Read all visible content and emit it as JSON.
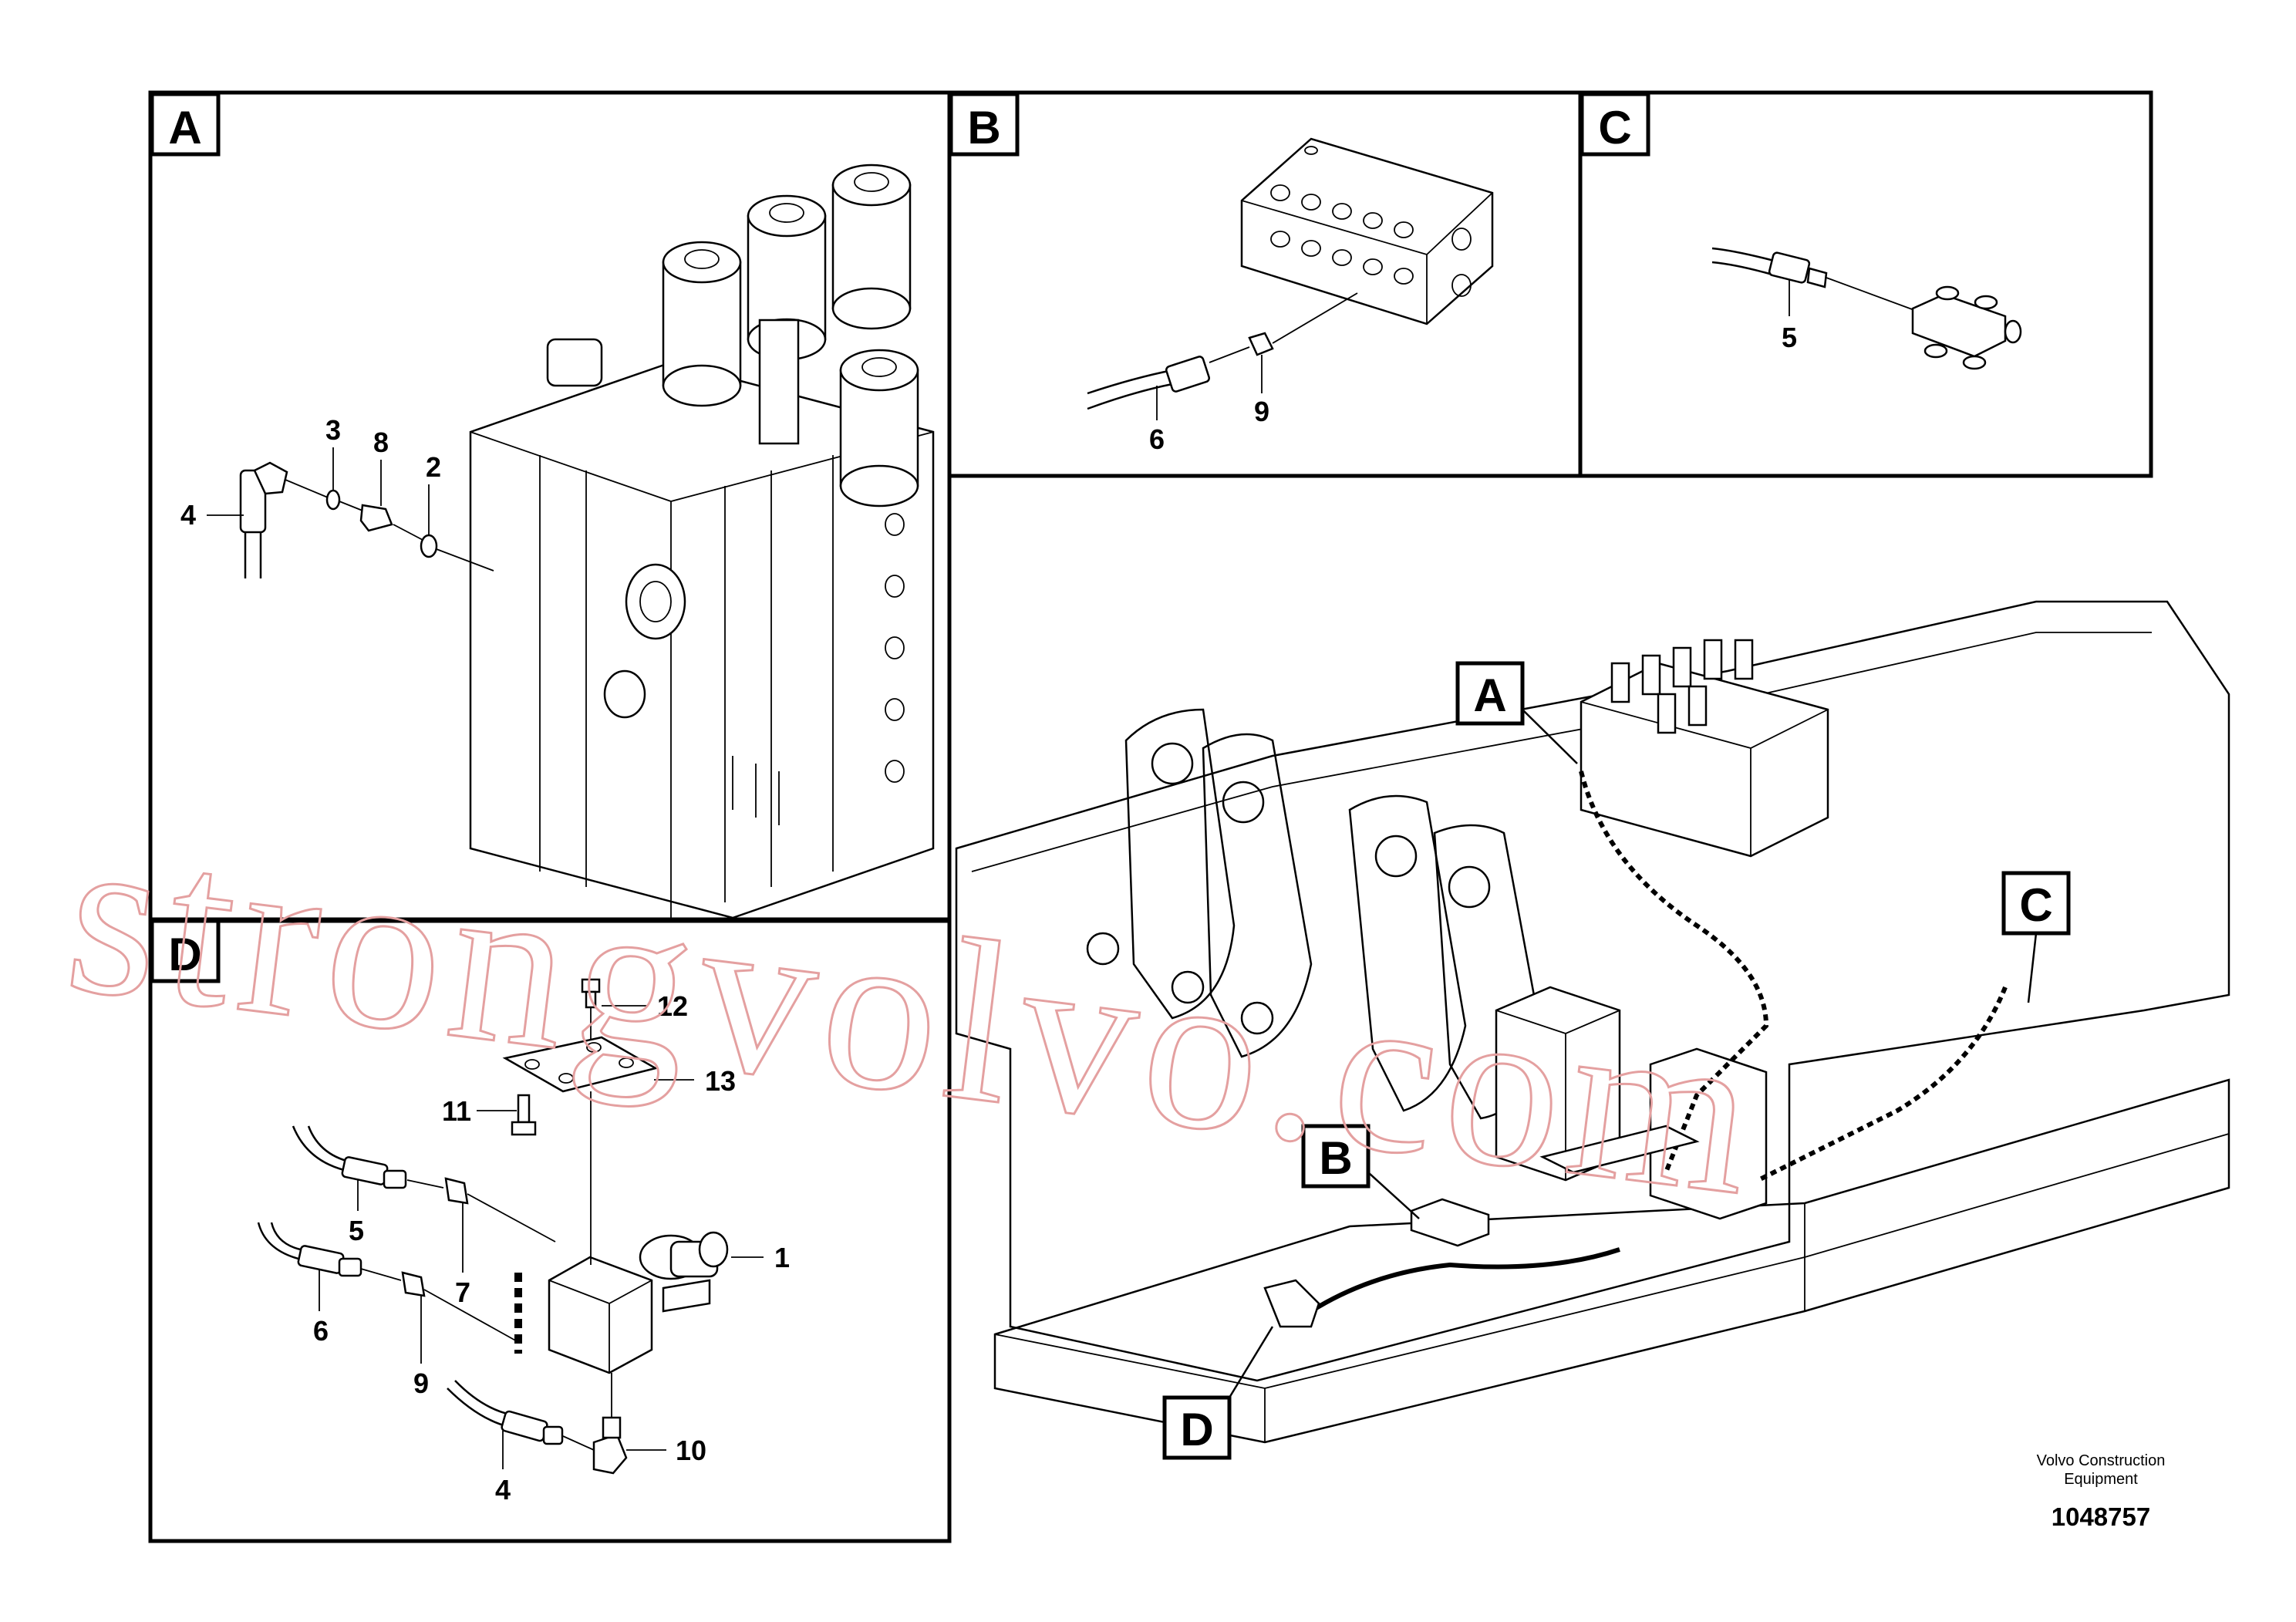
{
  "panels": {
    "A": {
      "letter": "A",
      "callouts": [
        "3",
        "8",
        "2",
        "4"
      ]
    },
    "B": {
      "letter": "B",
      "callouts": [
        "9",
        "6"
      ]
    },
    "C": {
      "letter": "C",
      "callouts": [
        "5"
      ]
    },
    "D": {
      "letter": "D",
      "callouts": [
        "12",
        "13",
        "11",
        "5",
        "1",
        "7",
        "6",
        "9",
        "10",
        "4"
      ]
    }
  },
  "overview": {
    "labels": [
      "A",
      "B",
      "C",
      "D"
    ]
  },
  "footer": {
    "company_line1": "Volvo Construction",
    "company_line2": "Equipment",
    "drawing_number": "1048757"
  },
  "watermark": "strongvolvo.com"
}
